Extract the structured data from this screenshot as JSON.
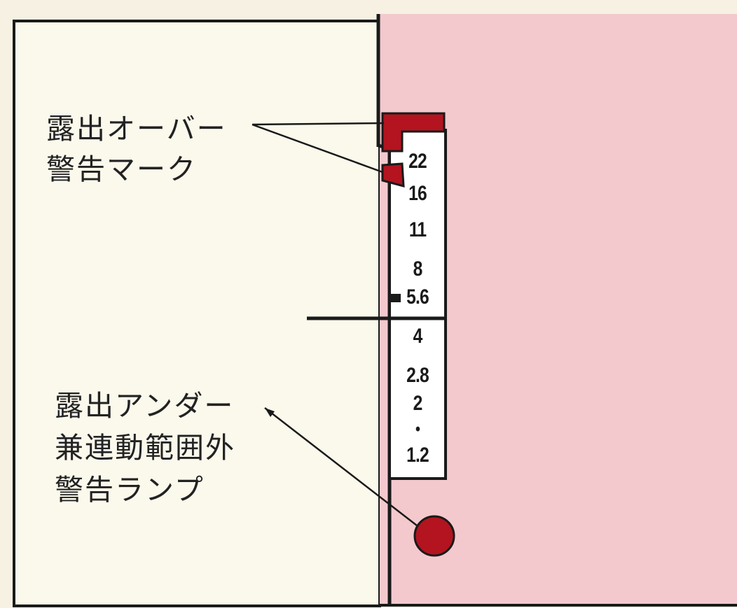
{
  "labels": {
    "overexposure": [
      "露出オーバー",
      "警告マーク"
    ],
    "underexposure": [
      "露出アンダー",
      "兼連動範囲外",
      "警告ランプ"
    ]
  },
  "aperture_scale": [
    "22",
    "16",
    "11",
    "8",
    "5.6",
    "4",
    "2.8",
    "2",
    "•",
    "1.2"
  ],
  "colors": {
    "panel_left": "#fbf8ec",
    "panel_right": "#f3c9cd",
    "accent_red": "#b3141f",
    "line": "#1a1a1a"
  }
}
